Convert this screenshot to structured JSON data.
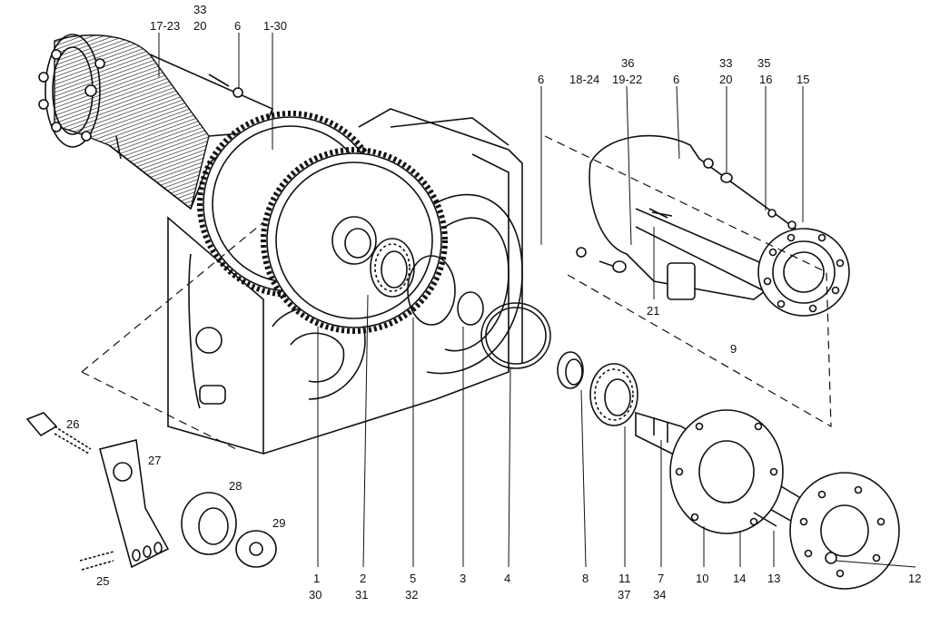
{
  "labels": {
    "l_17_23": "17-23",
    "l_33a": "33",
    "l_20a": "20",
    "l_6a": "6",
    "l_1_30": "1-30",
    "l_6b": "6",
    "l_18_24": "18-24",
    "l_36": "36",
    "l_19_22": "19-22",
    "l_6c": "6",
    "l_33b": "33",
    "l_20b": "20",
    "l_35": "35",
    "l_16": "16",
    "l_15": "15",
    "l_21": "21",
    "l_9": "9",
    "l_26": "26",
    "l_27": "27",
    "l_28": "28",
    "l_29": "29",
    "l_25": "25",
    "l_1": "1",
    "l_30": "30",
    "l_2": "2",
    "l_31": "31",
    "l_5": "5",
    "l_32": "32",
    "l_3": "3",
    "l_4": "4",
    "l_8": "8",
    "l_11": "11",
    "l_37": "37",
    "l_7": "7",
    "l_34": "34",
    "l_10": "10",
    "l_14": "14",
    "l_13": "13",
    "l_12": "12"
  }
}
